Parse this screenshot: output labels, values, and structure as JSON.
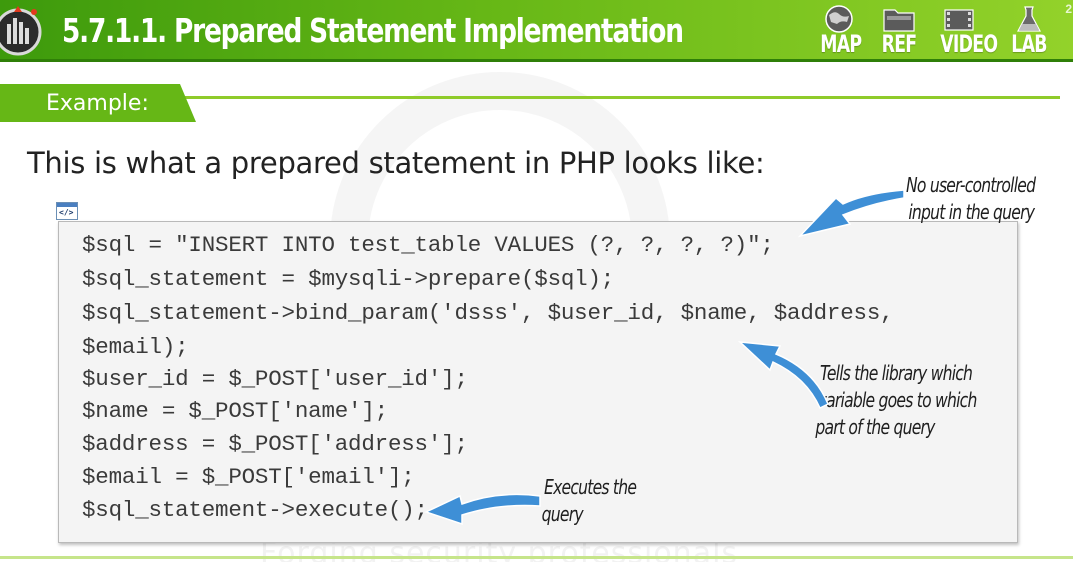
{
  "header": {
    "title": "5.7.1.1. Prepared Statement Implementation",
    "page_number": "2",
    "nav": [
      {
        "label": "MAP",
        "icon": "globe-icon"
      },
      {
        "label": "REF",
        "icon": "folder-icon"
      },
      {
        "label": "VIDEO",
        "icon": "film-icon"
      },
      {
        "label": "LAB",
        "icon": "flask-icon"
      }
    ]
  },
  "section": {
    "label": "Example:"
  },
  "intro": "This is what a prepared statement in PHP looks like:",
  "code": {
    "icon_label": "</>",
    "lines": [
      "$sql = \"INSERT INTO test_table VALUES (?, ?, ?, ?)\";",
      "$sql_statement = $mysqli->prepare($sql);",
      "$sql_statement->bind_param('dsss', $user_id, $name, $address,",
      "$email);",
      "$user_id = $_POST['user_id'];",
      "$name = $_POST['name'];",
      "$address = $_POST['address'];",
      "$email = $_POST['email'];",
      "$sql_statement->execute();"
    ]
  },
  "annotations": {
    "no_user_input": [
      "No user-controlled",
      "input in the query"
    ],
    "tells_library": [
      "Tells the library which",
      "variable goes to which",
      "part of the query"
    ],
    "executes": [
      "Executes the",
      "query"
    ]
  },
  "watermark": "Forging security professionals",
  "colors": {
    "brand_green": "#66b716",
    "arrow_blue": "#3e8fd6"
  }
}
